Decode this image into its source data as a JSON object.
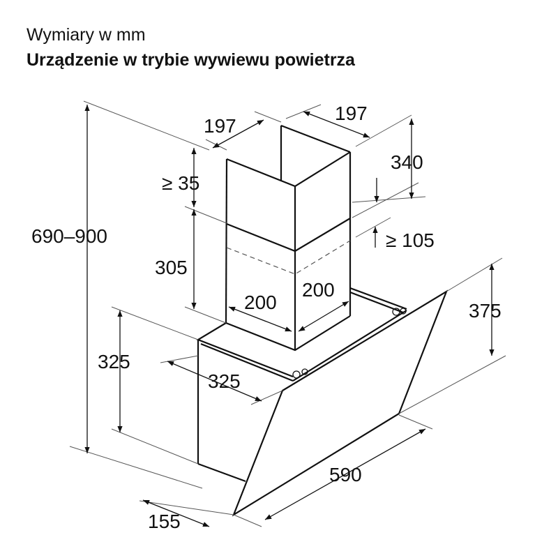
{
  "header": {
    "subtitle": "Wymiary w mm",
    "title": "Urządzenie w trybie wywiewu powietrza"
  },
  "dimensions": {
    "total_height": "690–900",
    "duct_depth": "197",
    "duct_width": "197",
    "duct_upper": "340",
    "min_overlap": "≥ 35",
    "min_gap": "≥ 105",
    "duct_lower": "305",
    "duct_inner_depth": "200",
    "duct_inner_width": "200",
    "body_height": "325",
    "body_depth": "325",
    "glass_height": "375",
    "width": "590",
    "bottom_depth": "155"
  }
}
